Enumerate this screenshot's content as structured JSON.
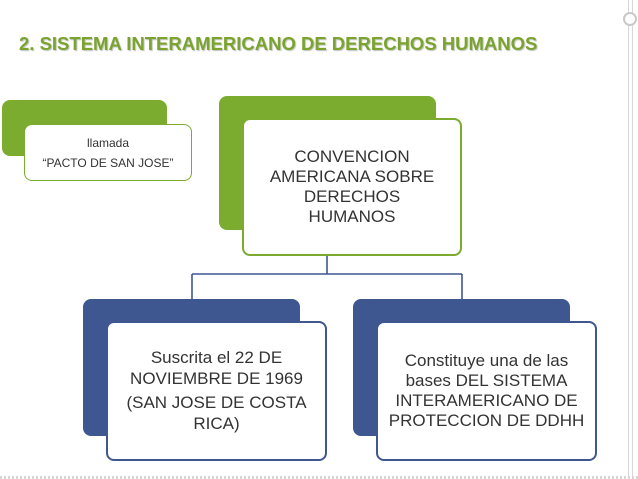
{
  "slide": {
    "title": "2. SISTEMA INTERAMERICANO DE DERECHOS HUMANOS"
  },
  "side_note": {
    "line1": "llamada",
    "line2": "“PACTO DE SAN JOSE”"
  },
  "diagram": {
    "root": "CONVENCION AMERICANA SOBRE DERECHOS HUMANOS",
    "left_child": {
      "line1": "Suscrita el 22 DE NOVIEMBRE DE 1969",
      "line2": "(SAN JOSE DE COSTA RICA)"
    },
    "right_child": "Constituye una de las bases DEL SISTEMA INTERAMERICANO DE PROTECCION DE DDHH"
  },
  "colors": {
    "title": "#7aa42d",
    "green_accent": "#7bab2f",
    "blue_accent": "#3f5791",
    "connector": "#3f5791",
    "text": "#333333"
  }
}
